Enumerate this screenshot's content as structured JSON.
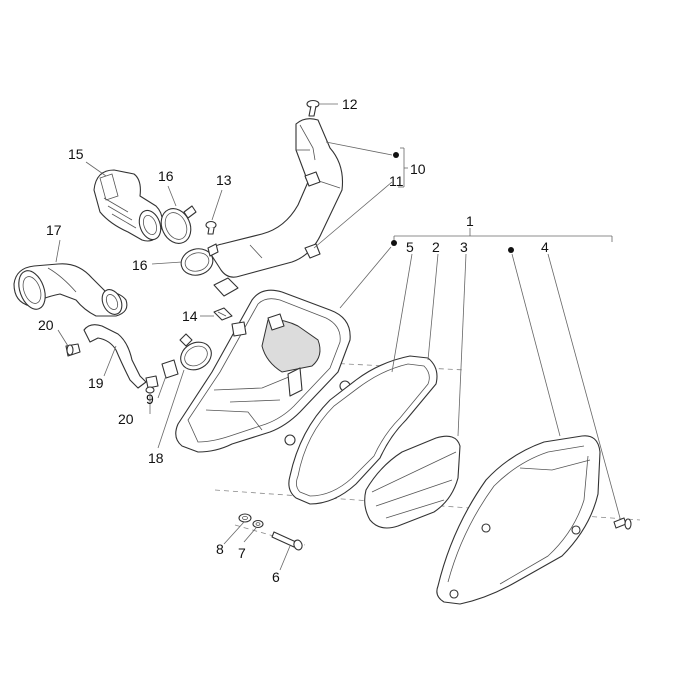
{
  "callouts": {
    "c1": "1",
    "c2": "2",
    "c3": "3",
    "c4": "4",
    "c5": "5",
    "c6": "6",
    "c7": "7",
    "c8": "8",
    "c9": "9",
    "c10": "10",
    "c11": "11",
    "c12": "12",
    "c13": "13",
    "c14": "14",
    "c15": "15",
    "c16a": "16",
    "c16b": "16",
    "c17": "17",
    "c18": "18",
    "c19": "19",
    "c20a": "20",
    "c20b": "20"
  }
}
